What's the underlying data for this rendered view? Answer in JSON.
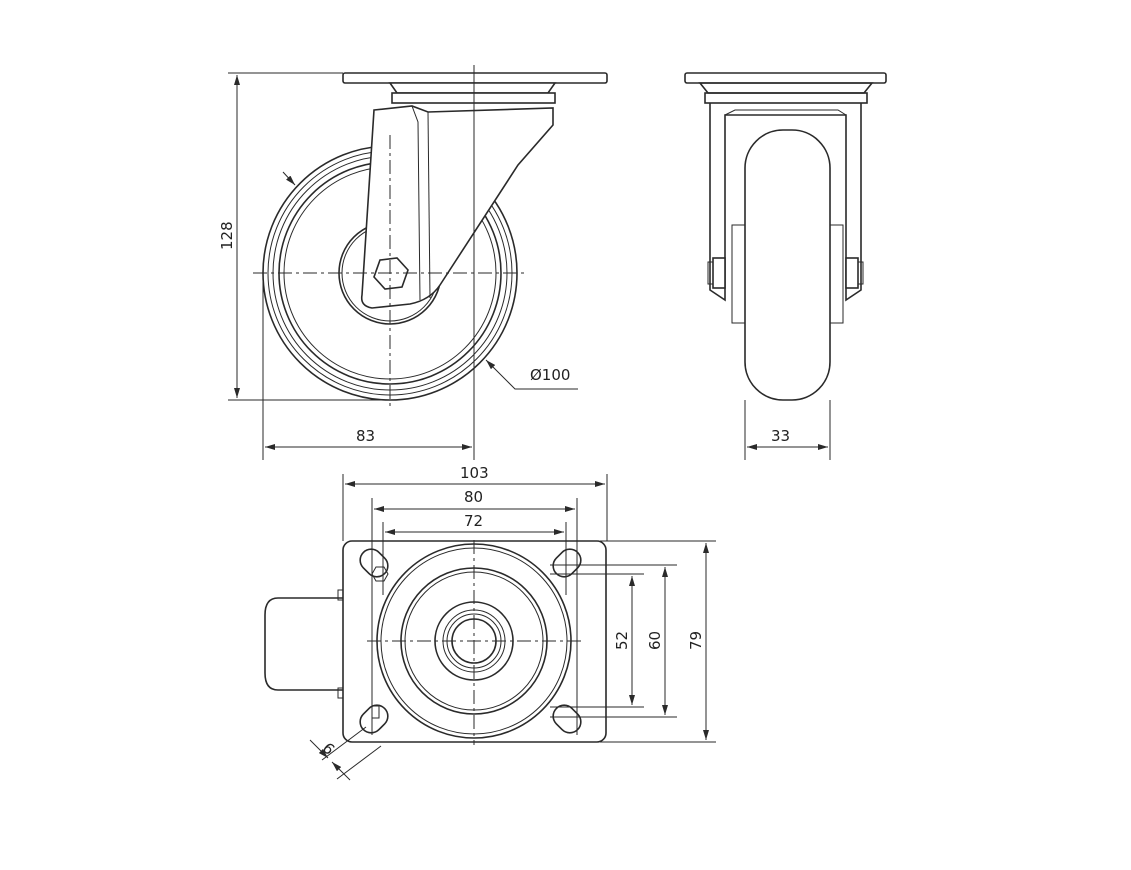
{
  "drawing": {
    "front_view": {
      "height_label": "128",
      "offset_label": "83",
      "diameter_label": "Ø100"
    },
    "side_view": {
      "width_label": "33"
    },
    "top_view": {
      "plate_length_label": "103",
      "hole_spacing_outer_label": "80",
      "hole_spacing_inner_label": "72",
      "hole_spacing_v_inner_label": "52",
      "hole_spacing_v_outer_label": "60",
      "plate_width_label": "79",
      "hole_diameter_label": "9"
    },
    "line_color": "#2a2a2a"
  }
}
